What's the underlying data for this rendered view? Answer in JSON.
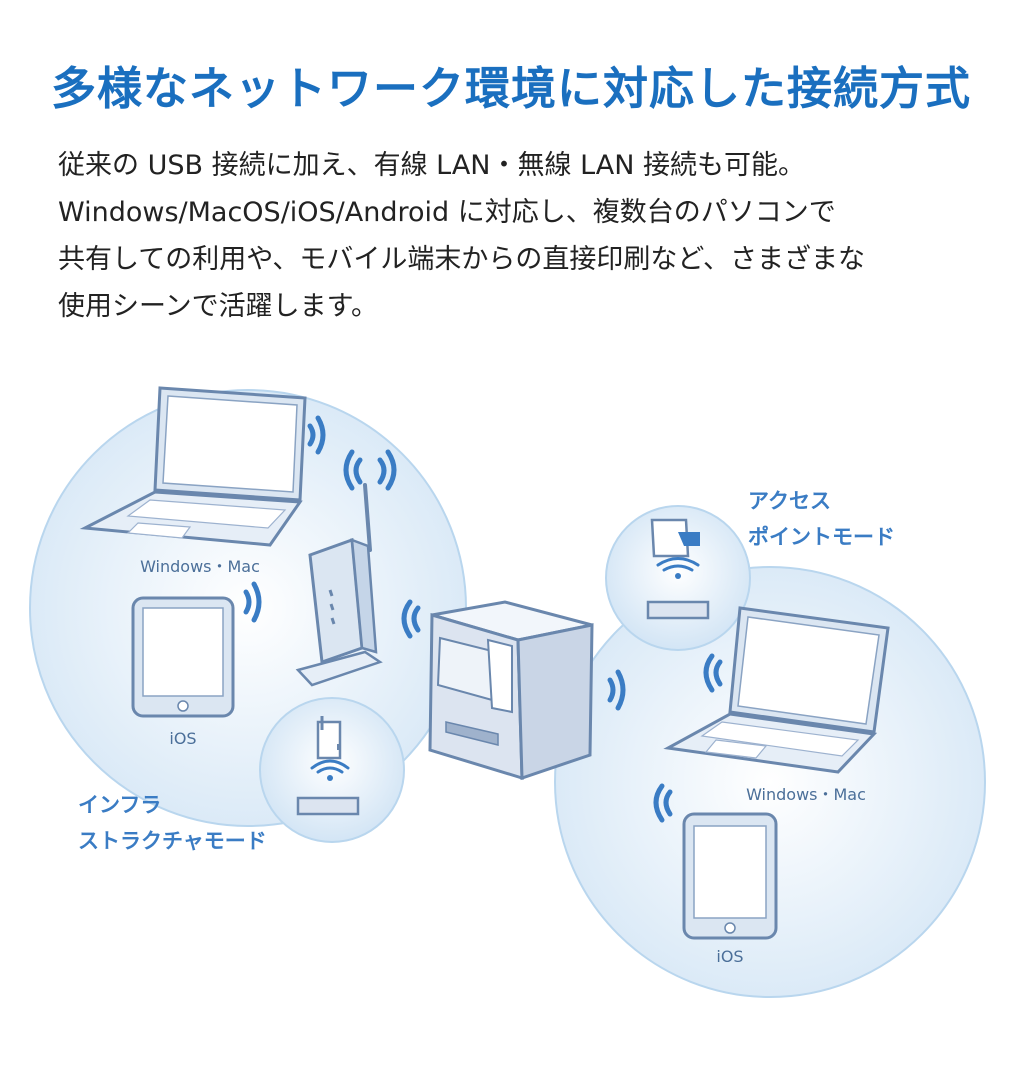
{
  "title": "多様なネットワーク環境に対応した接続方式",
  "intro": {
    "lines": [
      "従来の USB 接続に加え、有線 LAN・無線 LAN 接続も可能。",
      "Windows/MacOS/iOS/Android に対応し、複数台のパソコンで",
      "共有しての利用や、モバイル端末からの直接印刷など、さまざまな",
      "使用シーンで活躍します。"
    ]
  },
  "diagram": {
    "left_group": {
      "laptop_label": "Windows・Mac",
      "tablet_label": "iOS"
    },
    "right_group": {
      "laptop_label": "Windows・Mac",
      "tablet_label": "iOS"
    },
    "infra_mode": {
      "line1": "インフラ",
      "line2": "ストラクチャモード"
    },
    "ap_mode": {
      "line1": "アクセス",
      "line2": "ポイントモード"
    },
    "colors": {
      "title": "#1a6fbf",
      "accent_blue": "#3a7cc4",
      "circle_fill": "#e3f0fa",
      "circle_stroke": "#b9d6ee",
      "device_stroke": "#6a87ad",
      "screen_fill": "#ffffff",
      "printer_fill": "#dce4f0"
    }
  }
}
